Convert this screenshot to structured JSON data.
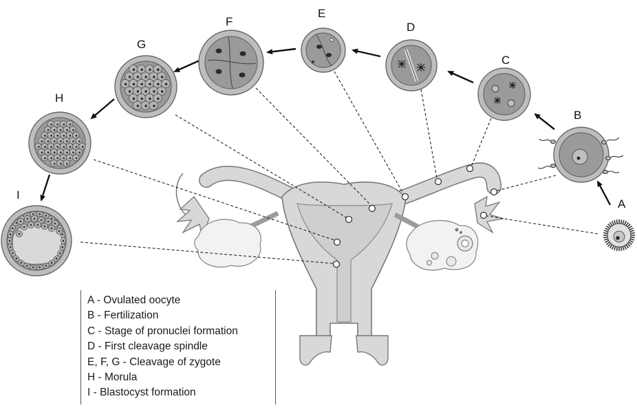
{
  "stage_labels": {
    "A": "A",
    "B": "B",
    "C": "C",
    "D": "D",
    "E": "E",
    "F": "F",
    "G": "G",
    "H": "H",
    "I": "I"
  },
  "legend": [
    "A - Ovulated oocyte",
    "B - Fertilization",
    "C - Stage of pronuclei formation",
    "D - First cleavage spindle",
    "E, F, G - Cleavage of zygote",
    "H - Morula",
    "I - Blastocyst formation"
  ],
  "colors": {
    "uterus_fill": "#d8d8d8",
    "uterus_stroke": "#777777",
    "cell_ring": "#bdbdbd",
    "cell_inner": "#9a9a9a",
    "nucleus": "#2a2a2a",
    "ovary_fill": "#f2f2f2",
    "line": "#222222"
  }
}
